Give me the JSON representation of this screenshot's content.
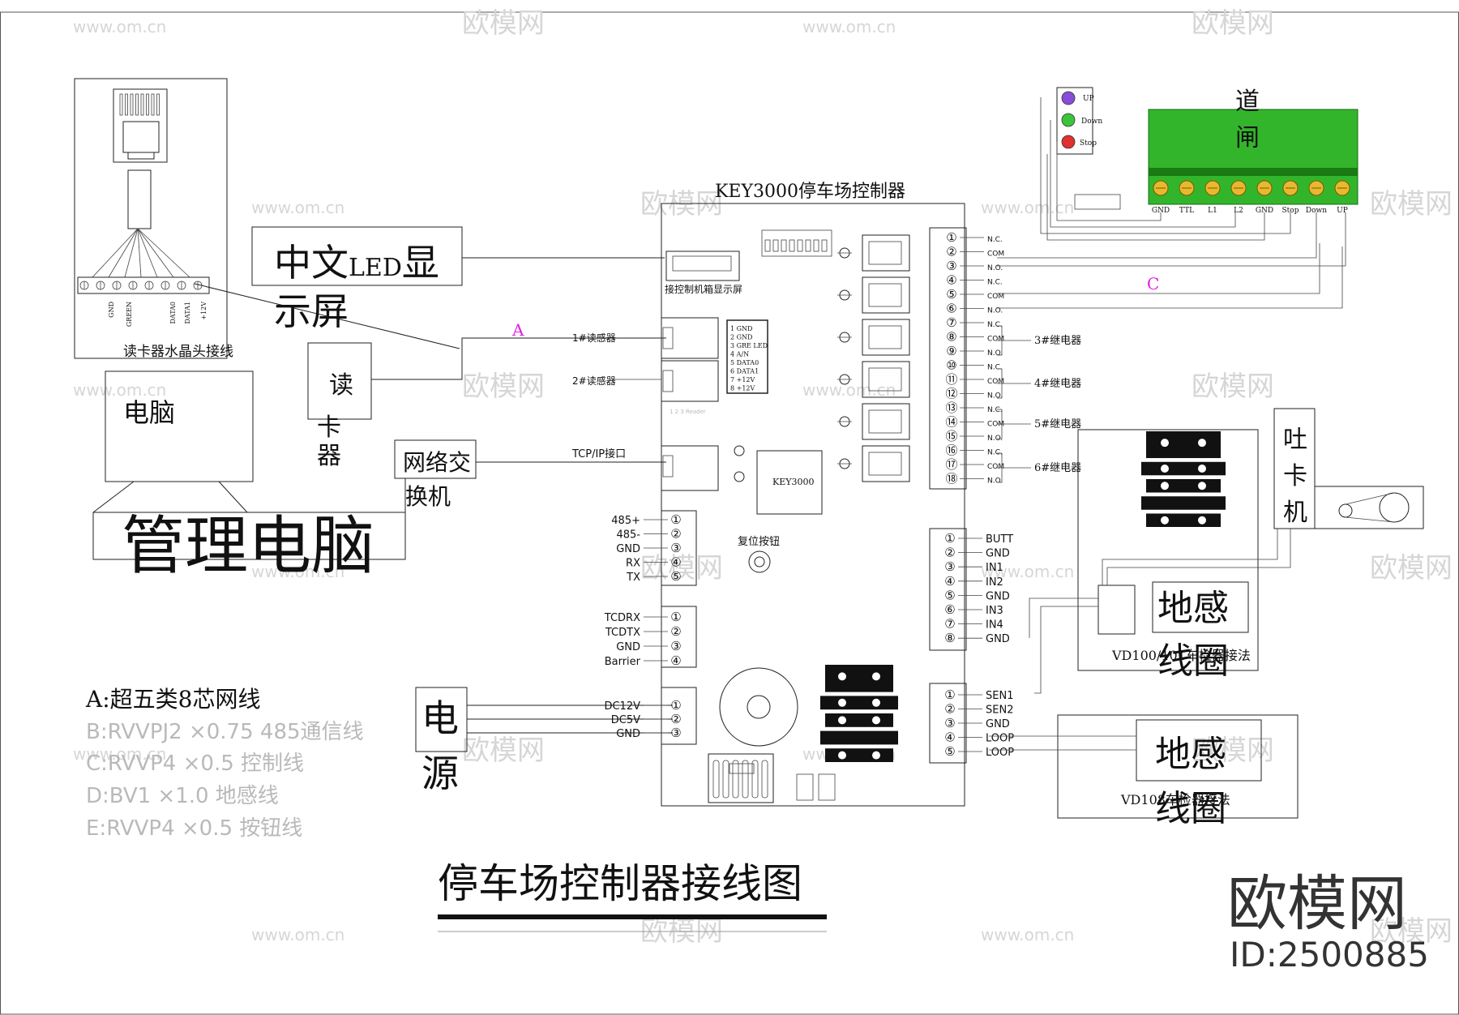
{
  "title": "停车场控制器接线图",
  "controller": {
    "title": "KEY3000停车场控制器",
    "chip_label": "KEY3000",
    "display_port_label": "接控制机箱显示屏",
    "reader_port_1": "1#读感器",
    "reader_port_2": "2#读感器",
    "tcpip_label": "TCP/IP接口",
    "reset_label": "复位按钮",
    "rj45_pins": [
      "1 GND",
      "2 GND",
      "3 GRE LED",
      "4 A/N",
      "5 DATA0",
      "6 DATA1",
      "7 +12V",
      "8 +12V"
    ],
    "port_485": [
      "485+",
      "485-",
      "GND",
      "RX",
      "TX"
    ],
    "port_tc": [
      "TCDRX",
      "TCDTX",
      "GND",
      "Barrier"
    ],
    "power_pins": [
      "DC12V",
      "DC5V",
      "GND"
    ],
    "relay_pins": [
      "N.C.",
      "COM",
      "N.O.",
      "N.C.",
      "COM",
      "N.O.",
      "N.C.",
      "COM",
      "N.O.",
      "N.C.",
      "COM",
      "N.O.",
      "N.C.",
      "COM",
      "N.O.",
      "N.C.",
      "COM",
      "N.O."
    ],
    "relay_labels": [
      "3#继电器",
      "4#继电器",
      "5#继电器",
      "6#继电器"
    ],
    "input_pins": [
      "BUTT",
      "GND",
      "IN1",
      "IN2",
      "GND",
      "IN3",
      "IN4",
      "GND"
    ],
    "sensor_pins": [
      "SEN1",
      "SEN2",
      "GND",
      "LOOP",
      "LOOP"
    ],
    "circled_numbers": [
      "①",
      "②",
      "③",
      "④",
      "⑤",
      "⑥",
      "⑦",
      "⑧",
      "⑨",
      "⑩",
      "⑪",
      "⑫",
      "⑬",
      "⑭",
      "⑮",
      "⑯",
      "⑰",
      "⑱"
    ]
  },
  "devices": {
    "led_display": "中文LED显示屏",
    "card_reader": "读卡器",
    "network_switch": "网络交换机",
    "pc": "电脑",
    "management_pc": "管理电脑",
    "power": "电源",
    "barrier_gate": "道闸",
    "card_dispenser": "吐卡机",
    "loop_coil_1": "地感线圈",
    "loop_coil_2": "地感线圈",
    "detector_1": "VD100/101车检器接法",
    "detector_2": "VD108车检器接法",
    "reader_wiring": "读卡器水晶头接线"
  },
  "reader_terminal_labels": [
    "GND",
    "GREEN",
    "DATA0",
    "DATA1",
    "+12V"
  ],
  "gate_buttons": [
    "UP",
    "Down",
    "Stop"
  ],
  "gate_terminals": [
    "GND",
    "TTL",
    "L1",
    "L2",
    "GND",
    "Stop",
    "Down",
    "UP"
  ],
  "wire_markers": [
    "A",
    "C"
  ],
  "legend": [
    "A:超五类8芯网线",
    "B:RVVPJ2 ×0.75  485通信线",
    "C:RVVP4 ×0.5 控制线",
    "D:BV1 ×1.0 地感线",
    "E:RVVP4 ×0.5 按钮线"
  ],
  "watermark": {
    "brand": "欧模网",
    "site": "www.om.cn",
    "id_text": "ID:2500885"
  },
  "colors": {
    "gate_green": "#33b52b",
    "marker_magenta": "#e020e0",
    "btn_up": "#8a4bd8",
    "btn_down": "#3cc43c",
    "btn_stop": "#e03030"
  }
}
